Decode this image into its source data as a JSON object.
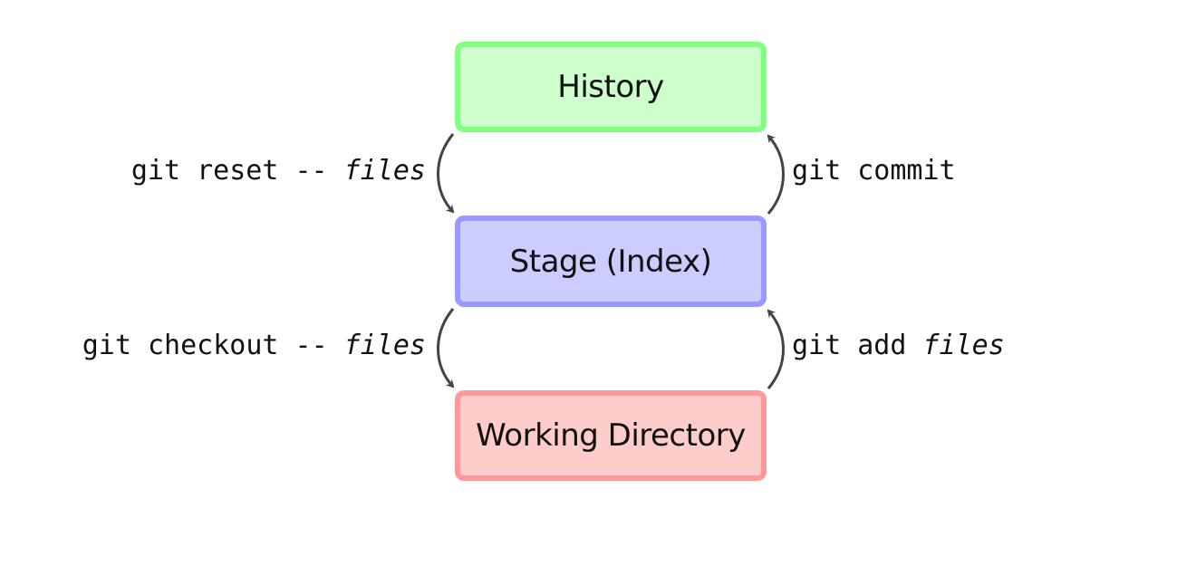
{
  "areas": {
    "history": {
      "label": "History",
      "fill": "#ccffcc",
      "border": "#80ff80"
    },
    "stage": {
      "label": "Stage (Index)",
      "fill": "#ccccff",
      "border": "#9999ff"
    },
    "working_directory": {
      "label": "Working Directory",
      "fill": "#ffcccc",
      "border": "#ff9999"
    }
  },
  "commands": {
    "reset": {
      "command": "git reset -- ",
      "argument": "files"
    },
    "checkout": {
      "command": "git checkout -- ",
      "argument": "files"
    },
    "commit": {
      "command": "git commit",
      "argument": ""
    },
    "add": {
      "command": "git add ",
      "argument": "files"
    }
  },
  "arrow_color": "#444444"
}
